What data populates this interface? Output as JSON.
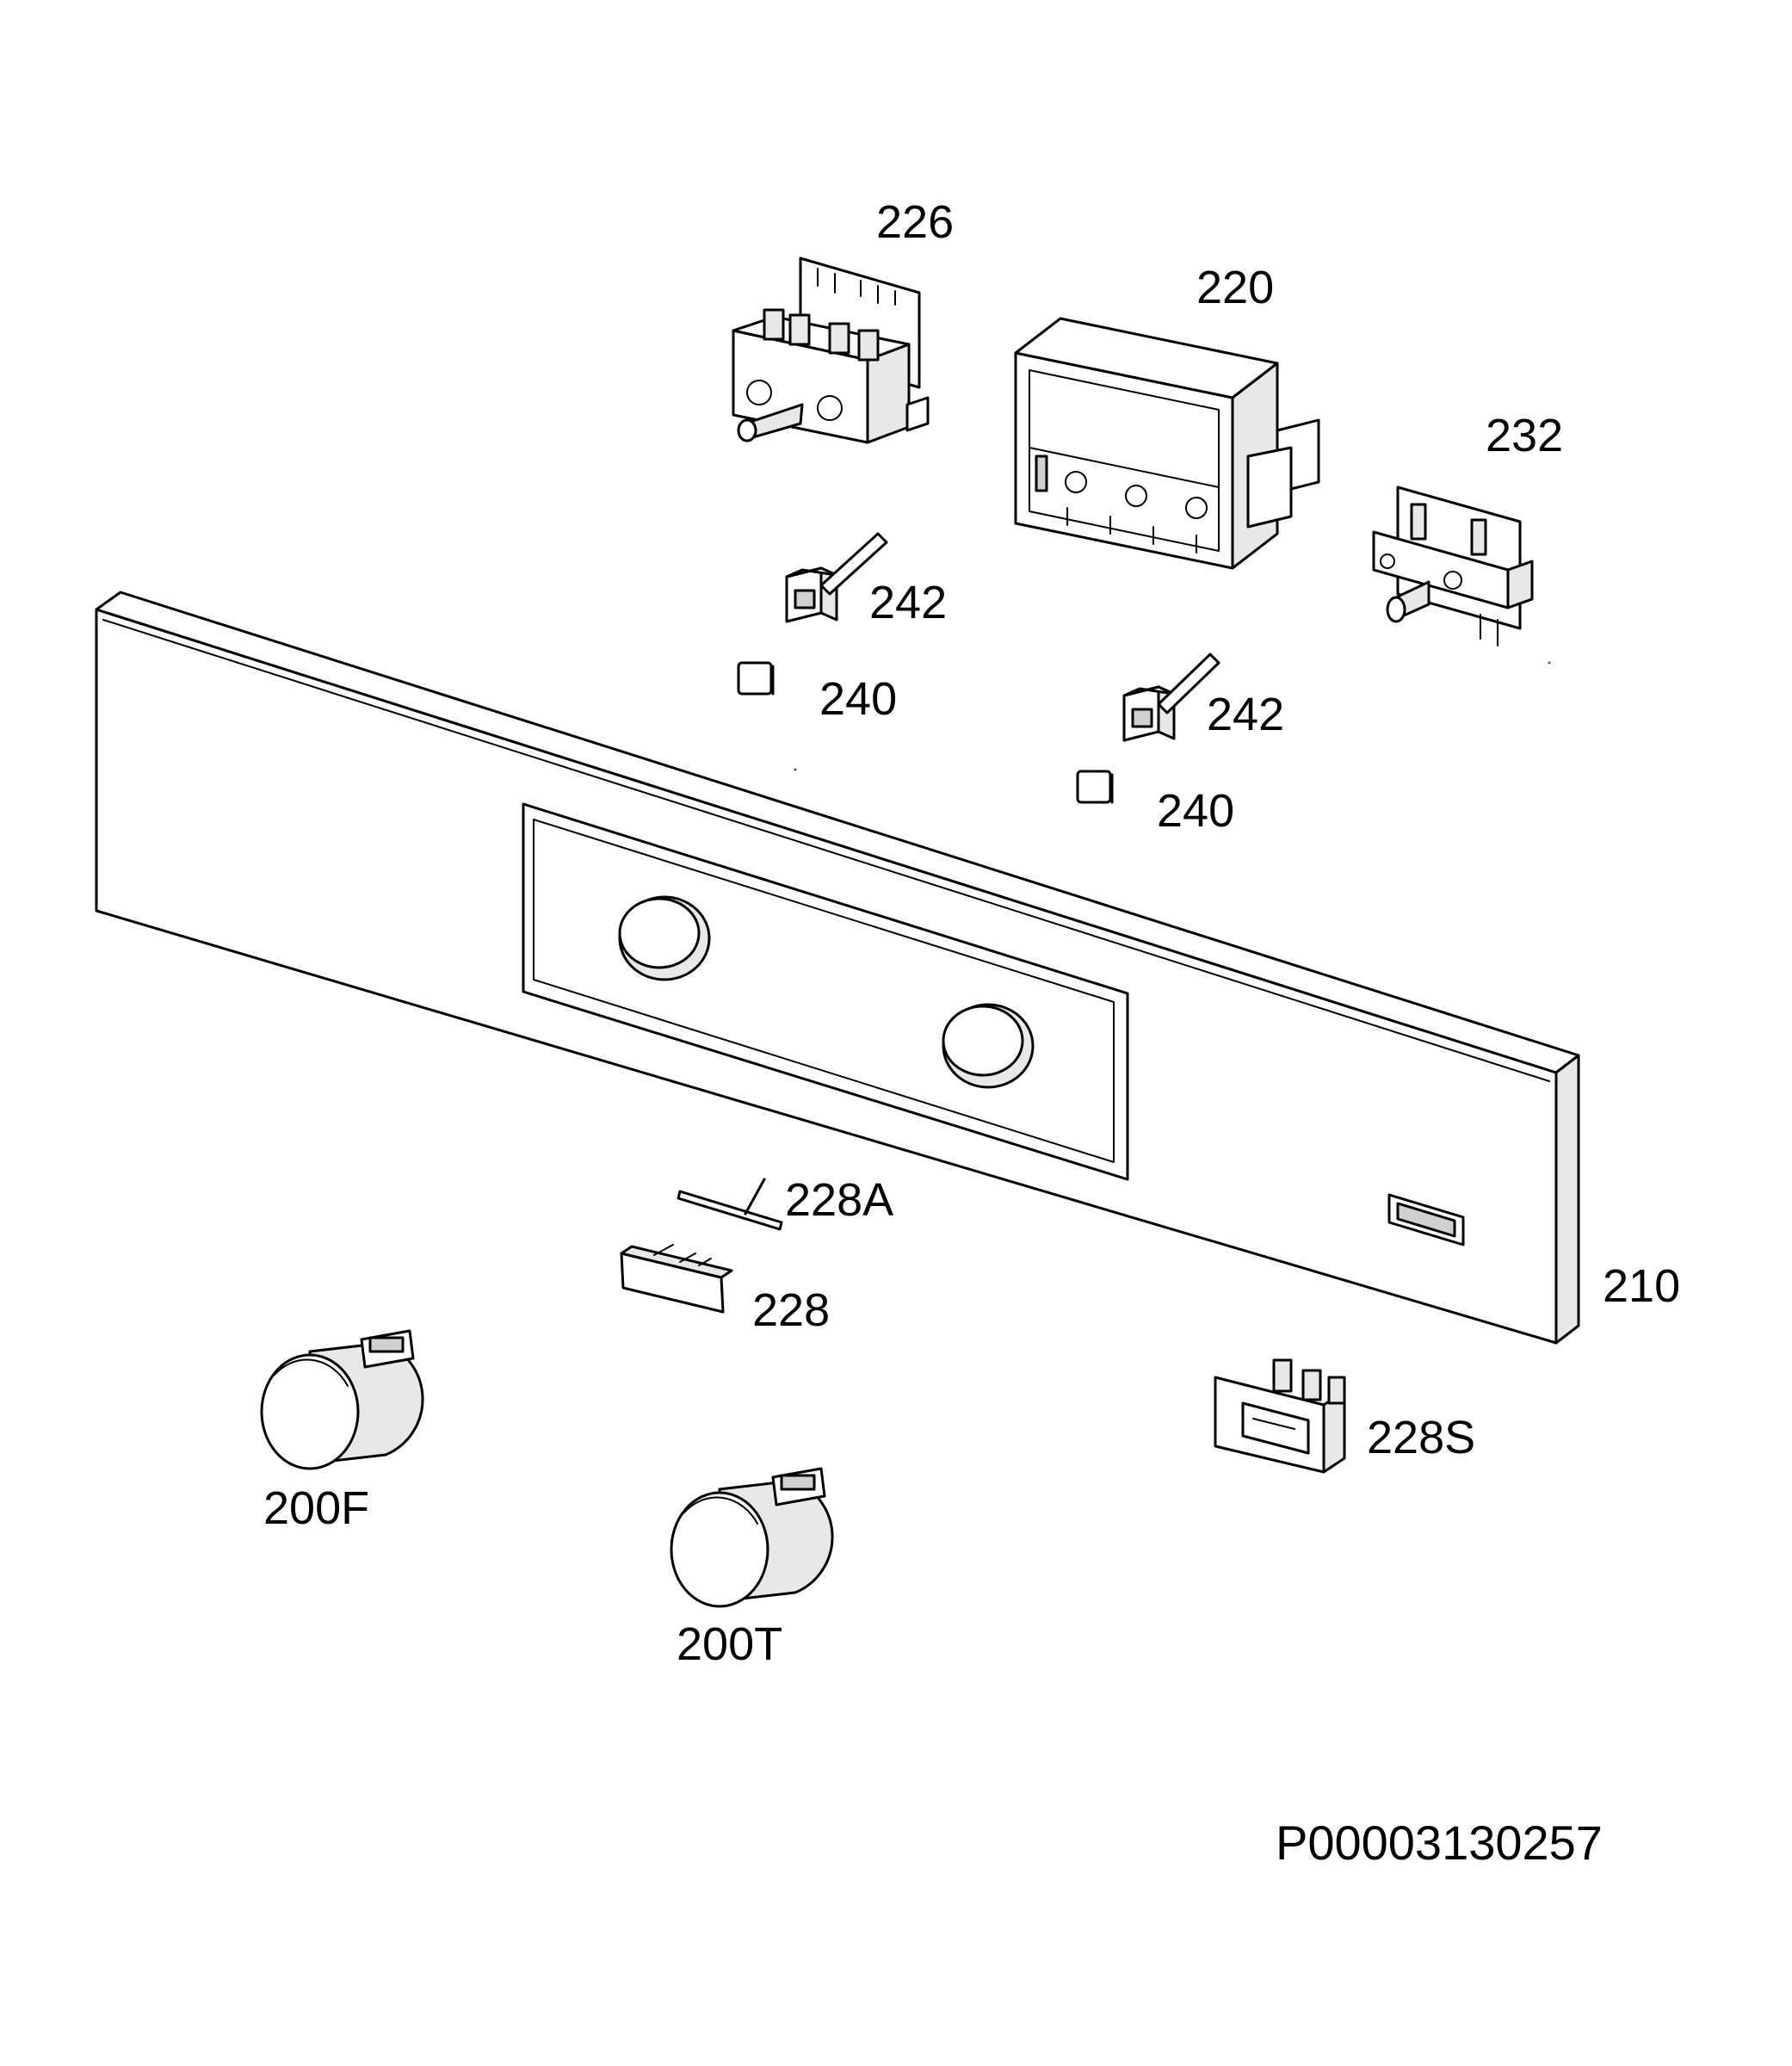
{
  "callouts": {
    "p226": "226",
    "p220": "220",
    "p232": "232",
    "p242a": "242",
    "p240a": "240",
    "p242b": "242",
    "p240b": "240",
    "p228A": "228A",
    "p228": "228",
    "p210": "210",
    "p228S": "228S",
    "p200F": "200F",
    "p200T": "200T"
  },
  "document_id": "P00003130257"
}
